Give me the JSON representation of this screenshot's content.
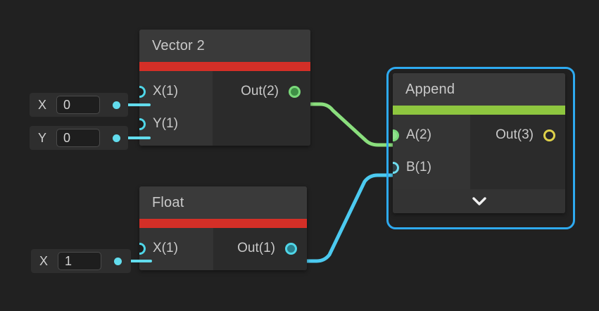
{
  "canvas": {
    "background": "#212121",
    "wire_colors": {
      "vector_to_append": "#8ade7d",
      "float_to_append": "#4ccaf0"
    }
  },
  "nodes": [
    {
      "id": "vector2",
      "title": "Vector 2",
      "accent_color": "#d42f27",
      "selected": false,
      "inputs": [
        {
          "label": "X(1)",
          "port": "hollow-cyan"
        },
        {
          "label": "Y(1)",
          "port": "hollow-cyan"
        }
      ],
      "outputs": [
        {
          "label": "Out(2)",
          "port": "filled-green"
        }
      ]
    },
    {
      "id": "float",
      "title": "Float",
      "accent_color": "#d42f27",
      "selected": false,
      "inputs": [
        {
          "label": "X(1)",
          "port": "hollow-cyan"
        }
      ],
      "outputs": [
        {
          "label": "Out(1)",
          "port": "filled-cyan"
        }
      ]
    },
    {
      "id": "append",
      "title": "Append",
      "accent_color": "#8ec63f",
      "selected": true,
      "selection_color": "#2eaaf0",
      "inputs": [
        {
          "label": "A(2)",
          "port": "ring-green"
        },
        {
          "label": "B(1)",
          "port": "ring-cyan"
        }
      ],
      "outputs": [
        {
          "label": "Out(3)",
          "port": "hollow-yellow"
        }
      ],
      "expander_icon": "chevron-down-icon"
    }
  ],
  "widgets": [
    {
      "id": "vector2-x",
      "label": "X",
      "value": "0"
    },
    {
      "id": "vector2-y",
      "label": "Y",
      "value": "0"
    },
    {
      "id": "float-x",
      "label": "X",
      "value": "1"
    }
  ]
}
